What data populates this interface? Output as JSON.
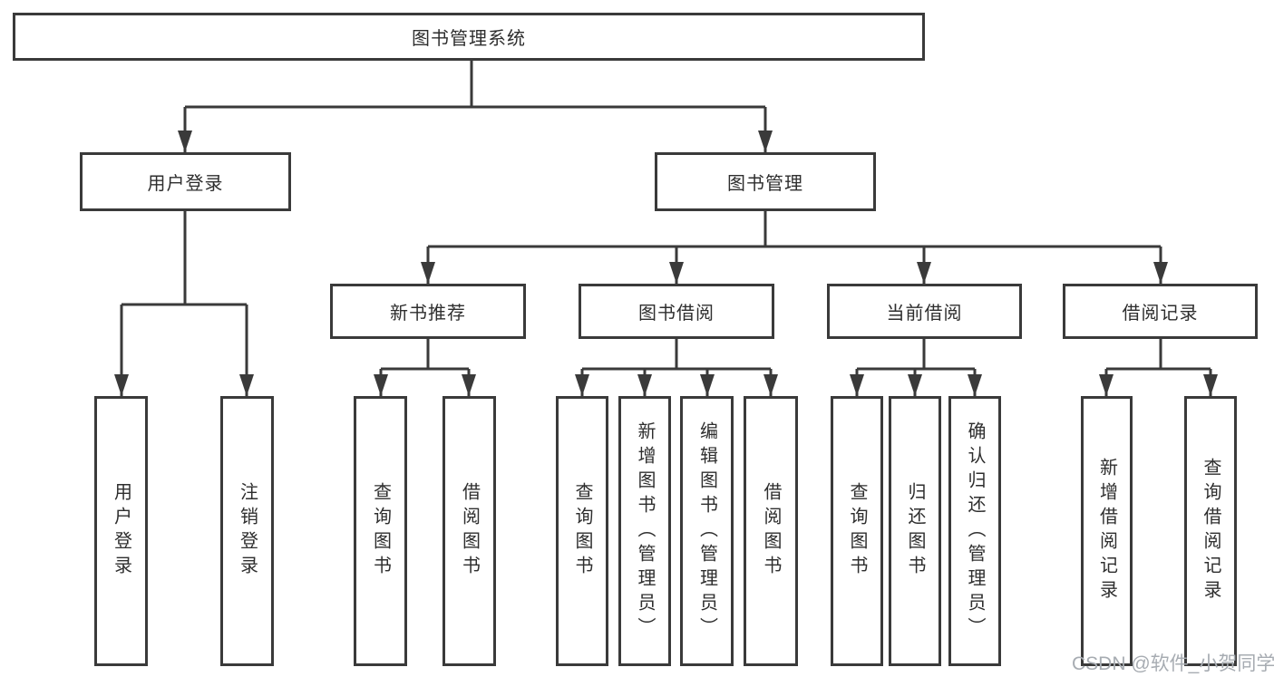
{
  "title": "图书管理系统",
  "watermark": "CSDN @软件_小贺同学",
  "colors": {
    "line": "#3a3a3a",
    "text": "#2e2e2e",
    "background": "#ffffff",
    "watermark": "#a7acb2"
  },
  "nodes": {
    "root": {
      "label": "图书管理系统"
    },
    "user_login": {
      "label": "用户登录"
    },
    "book_mgmt": {
      "label": "图书管理"
    },
    "new_books": {
      "label": "新书推荐"
    },
    "book_borrow": {
      "label": "图书借阅"
    },
    "current_borrow": {
      "label": "当前借阅"
    },
    "borrow_records": {
      "label": "借阅记录"
    },
    "ul_login": {
      "label": "用户登录"
    },
    "ul_logout": {
      "label": "注销登录"
    },
    "nb_query": {
      "label": "查询图书"
    },
    "nb_borrow": {
      "label": "借阅图书"
    },
    "bb_query": {
      "label": "查询图书"
    },
    "bb_add": {
      "label": "新增图书（管理员）"
    },
    "bb_edit": {
      "label": "编辑图书（管理员）"
    },
    "bb_borrow": {
      "label": "借阅图书"
    },
    "cb_query": {
      "label": "查询图书"
    },
    "cb_return": {
      "label": "归还图书"
    },
    "cb_confirm": {
      "label": "确认归还（管理员）"
    },
    "br_add": {
      "label": "新增借阅记录"
    },
    "br_query": {
      "label": "查询借阅记录"
    }
  },
  "hierarchy": {
    "图书管理系统": {
      "用户登录": [
        "用户登录",
        "注销登录"
      ],
      "图书管理": {
        "新书推荐": [
          "查询图书",
          "借阅图书"
        ],
        "图书借阅": [
          "查询图书",
          "新增图书（管理员）",
          "编辑图书（管理员）",
          "借阅图书"
        ],
        "当前借阅": [
          "查询图书",
          "归还图书",
          "确认归还（管理员）"
        ],
        "借阅记录": [
          "新增借阅记录",
          "查询借阅记录"
        ]
      }
    }
  }
}
